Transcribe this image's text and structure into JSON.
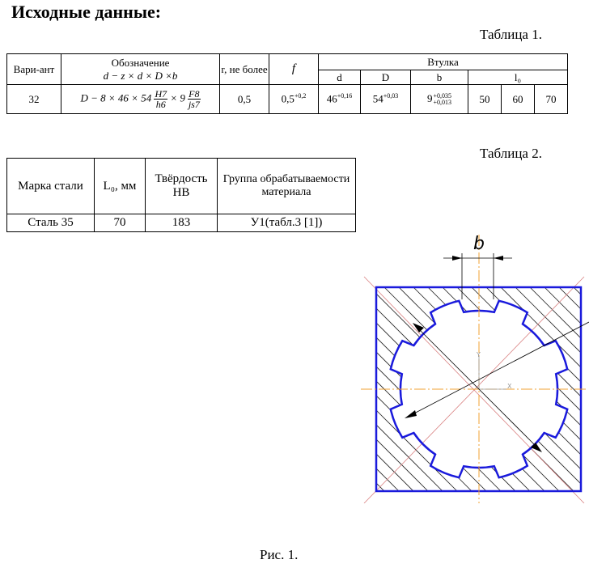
{
  "heading": "Исходные данные:",
  "table1": {
    "caption": "Таблица 1.",
    "h_variant": "Вари-ант",
    "h_designation": "Обозначение",
    "h_formula": "d − z × d × D ×b",
    "h_r": "r, не более",
    "h_f": "f",
    "h_bush": "Втулка",
    "h_d": "d",
    "h_D": "D",
    "h_b": "b",
    "h_l0": "l₀",
    "row": {
      "variant": "32",
      "des_prefix": "D − 8 × 46 × 54",
      "des_f1_num": "H7",
      "des_f1_den": "h6",
      "des_mid": "× 9",
      "des_f2_num": "F8",
      "des_f2_den": "js7",
      "r": "0,5",
      "f_val": "0,5",
      "f_tol": "+0,2",
      "d_val": "46",
      "d_tol": "+0,16",
      "D_val": "54",
      "D_tol": "+0,03",
      "b_val": "9",
      "b_tol_up": "+0,035",
      "b_tol_low": "+0,013",
      "l1": "50",
      "l2": "60",
      "l3": "70"
    }
  },
  "table2": {
    "caption": "Таблица 2.",
    "h_steel": "Марка стали",
    "h_L0": "L₀, мм",
    "h_hardness": "Твёрдость НВ",
    "h_group": "Группа обрабатываемости материала",
    "row": {
      "steel": "Сталь 35",
      "L0": "70",
      "hardness": "183",
      "group": "У1(табл.3 [1])"
    }
  },
  "figure": {
    "dim_label": "b",
    "y_axis": "Y",
    "x_axis": "X",
    "caption": "Рис. 1.",
    "outline_color": "#1a1adc",
    "axis_color": "#f0a030",
    "hatch_color": "#222222"
  }
}
